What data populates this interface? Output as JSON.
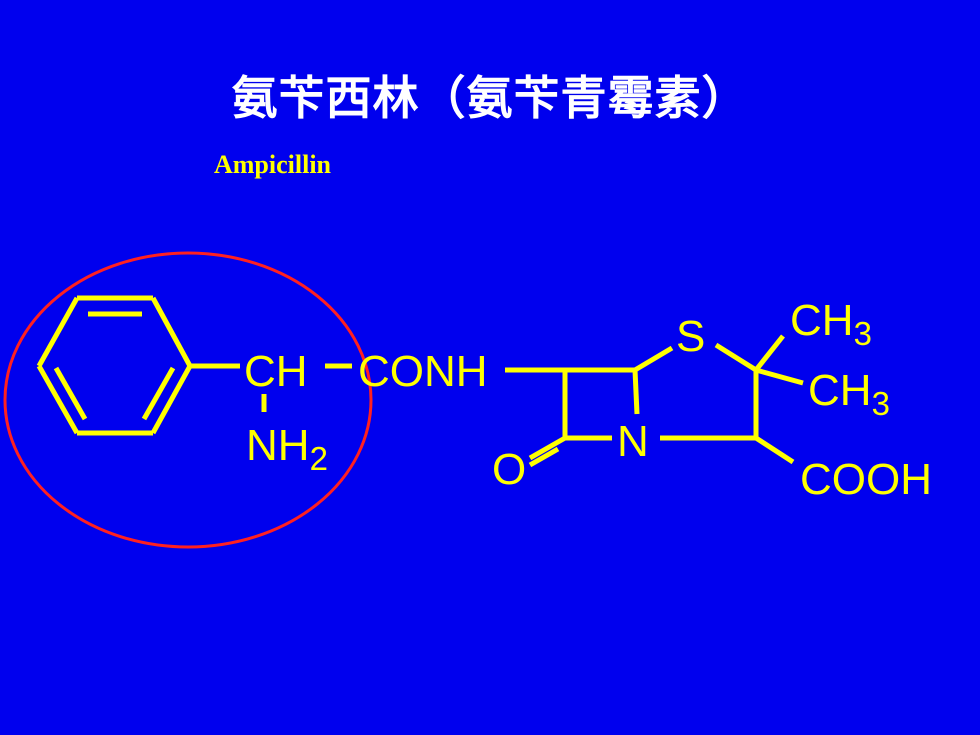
{
  "slide": {
    "title": "氨苄西林（氨苄青霉素）",
    "subtitle": "Ampicillin"
  },
  "colors": {
    "background": "#0000ee",
    "structure": "#ffff00",
    "highlight_circle": "#ff2020",
    "title": "#ffffff"
  },
  "structure": {
    "labels": {
      "ch": "CH",
      "conh": "CONH",
      "nh": "NH",
      "nh_sub": "2",
      "s": "S",
      "n": "N",
      "o": "O",
      "ch3_top": "CH",
      "ch3_top_sub": "3",
      "ch3_mid": "CH",
      "ch3_mid_sub": "3",
      "cooh": "COOH"
    }
  }
}
